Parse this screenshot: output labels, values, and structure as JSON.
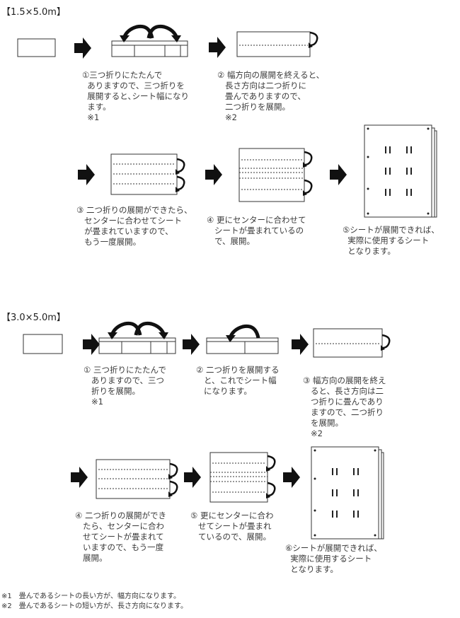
{
  "section1": {
    "title": "【1.5×5.0m】",
    "steps": [
      "①三つ折りにたたんで\n  ありますので、三つ折りを\n  展開すると､シート幅になり\n  ます。\n  ※1",
      "② 幅方向の展開を終えると、\n   長さ方向は二つ折りに\n   畳んでありますので、\n   二つ折りを展開。\n   ※2",
      "③ 二つ折りの展開ができたら、\n   センターに合わせてシート\n   が畳まれていますので、\n   もう一度展開。",
      "④ 更にセンターに合わせて\n   シートが畳まれているの\n   で、展開。",
      "⑤シートが展開できれば、\n  実際に使用するシート\n  となります。"
    ]
  },
  "section2": {
    "title": "【3.0×5.0m】",
    "steps": [
      "① 三つ折りにたたんで\n   ありますので、三つ\n   折りを展開。\n   ※1",
      "② 二つ折りを展開する\n   と、これでシート幅\n   になります。",
      "③ 幅方向の展開を終え\n   ると、長さ方向は二\n   つ折りに畳んであり\n   ますので、二つ折り\n   を展開。\n   ※2",
      "④ 二つ折りの展開ができ\n   たら、センターに合わ\n   せてシートが畳まれて\n   いますので、もう一度\n   展開。",
      "⑤ 更にセンターに合わ\n   せてシートが畳まれ\n   ているので、展開。",
      "⑥シートが展開できれば、\n  実際に使用するシート\n  となります。"
    ]
  },
  "notes": [
    "※1　畳んであるシートの長い方が、幅方向になります。",
    "※2　畳んであるシートの短い方が、長さ方向になります。"
  ]
}
